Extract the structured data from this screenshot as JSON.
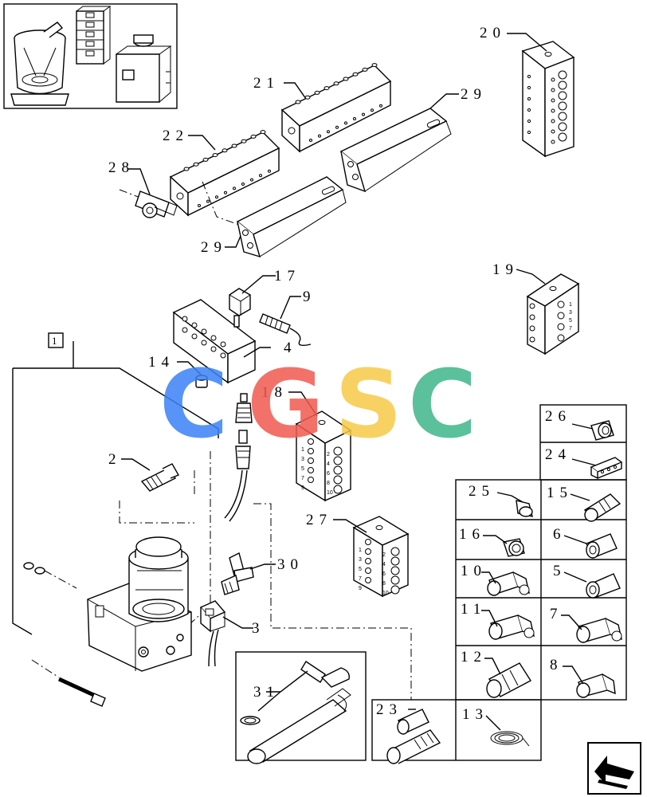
{
  "diagram": {
    "callouts": [
      {
        "id": "c20",
        "text": "20"
      },
      {
        "id": "c21",
        "text": "21"
      },
      {
        "id": "c29a",
        "text": "29"
      },
      {
        "id": "c22",
        "text": "22"
      },
      {
        "id": "c28",
        "text": "28"
      },
      {
        "id": "c29b",
        "text": "29"
      },
      {
        "id": "c17",
        "text": "17"
      },
      {
        "id": "c9",
        "text": "9"
      },
      {
        "id": "c19",
        "text": "19"
      },
      {
        "id": "c4",
        "text": "4"
      },
      {
        "id": "c14",
        "text": "14"
      },
      {
        "id": "c18",
        "text": "18"
      },
      {
        "id": "c2",
        "text": "2"
      },
      {
        "id": "c27",
        "text": "27"
      },
      {
        "id": "c30",
        "text": "30"
      },
      {
        "id": "c3",
        "text": "3"
      },
      {
        "id": "c31",
        "text": "31"
      }
    ],
    "kit_label": "1",
    "grid_labels": [
      {
        "id": "g26",
        "text": "26"
      },
      {
        "id": "g24",
        "text": "24"
      },
      {
        "id": "g25",
        "text": "25"
      },
      {
        "id": "g15",
        "text": "15"
      },
      {
        "id": "g16",
        "text": "16"
      },
      {
        "id": "g6",
        "text": "6"
      },
      {
        "id": "g10",
        "text": "10"
      },
      {
        "id": "g5",
        "text": "5"
      },
      {
        "id": "g11",
        "text": "11"
      },
      {
        "id": "g7",
        "text": "7"
      },
      {
        "id": "g12",
        "text": "12"
      },
      {
        "id": "g8",
        "text": "8"
      },
      {
        "id": "g23",
        "text": "23"
      },
      {
        "id": "g13",
        "text": "13"
      }
    ],
    "block19_numbers": [
      "1",
      "3",
      "5",
      "7"
    ],
    "block18_numbers": [
      "1",
      "3",
      "5",
      "7",
      "9",
      "2",
      "4",
      "6",
      "8",
      "10"
    ],
    "block27_numbers": [
      "1",
      "3",
      "5",
      "7",
      "9",
      "2",
      "4",
      "6",
      "8",
      "10"
    ],
    "watermark": {
      "letters": [
        "C",
        "G",
        "S",
        "C"
      ],
      "colors": [
        "#3b82f6",
        "#f05a4f",
        "#f7c948",
        "#3fb68b"
      ]
    },
    "nav_icon": "next-page-arrow-icon"
  }
}
